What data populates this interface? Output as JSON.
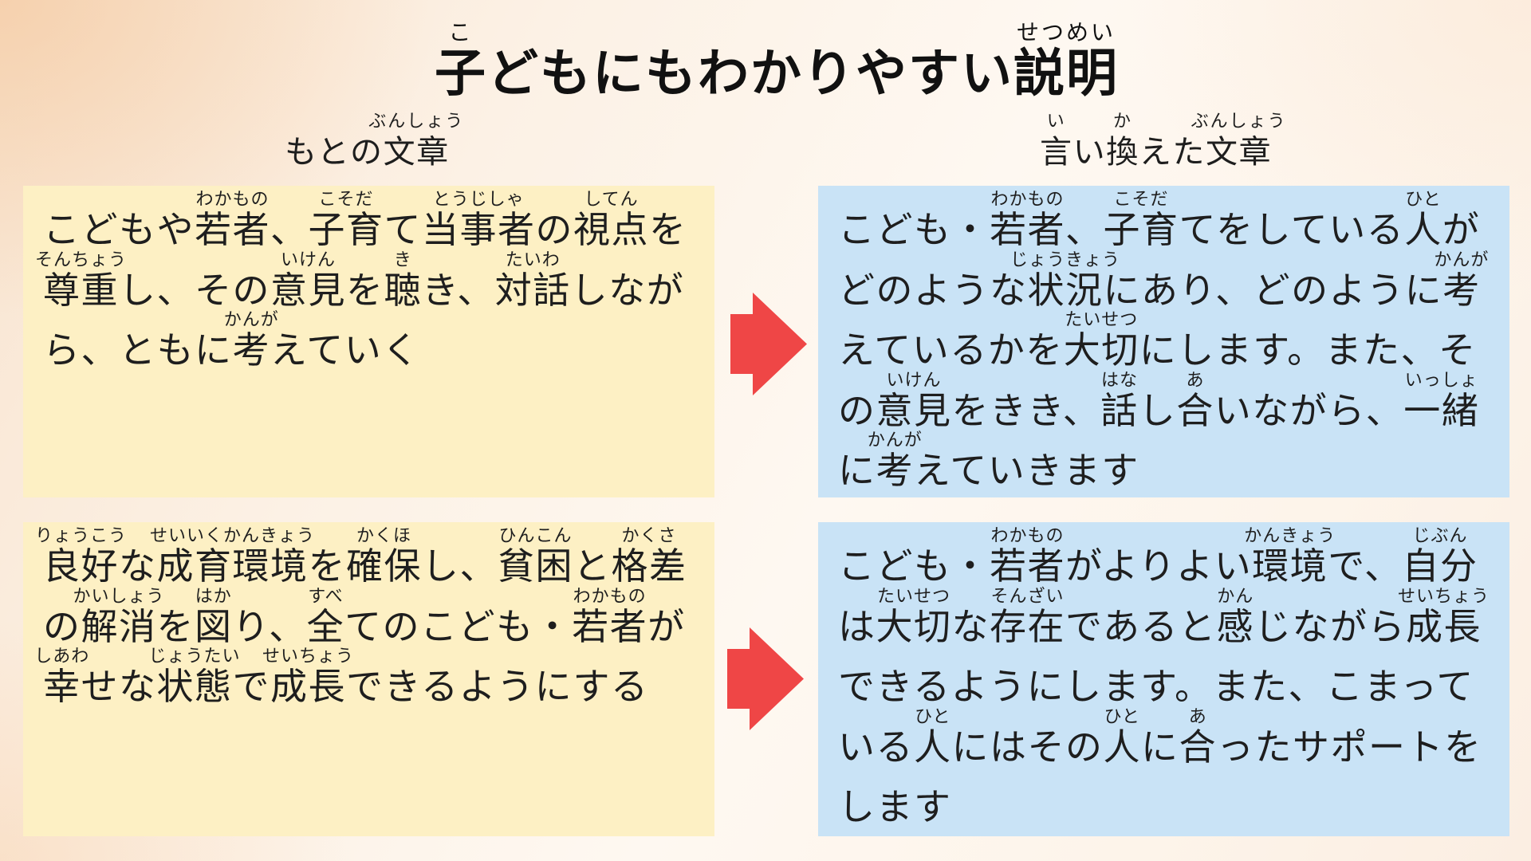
{
  "slide": {
    "title": [
      {
        "t": "子",
        "r": "こ"
      },
      {
        "t": "どもにもわかりやすい"
      },
      {
        "t": "説明",
        "r": "せつめい"
      }
    ],
    "headings": {
      "original": [
        {
          "t": "もとの"
        },
        {
          "t": "文章",
          "r": "ぶんしょう"
        }
      ],
      "rewritten": [
        {
          "t": "言",
          "r": "い"
        },
        {
          "t": "い"
        },
        {
          "t": "換",
          "r": "か"
        },
        {
          "t": "えた"
        },
        {
          "t": "文章",
          "r": "ぶんしょう"
        }
      ]
    },
    "rows": [
      {
        "original": [
          {
            "t": "こどもや"
          },
          {
            "t": "若者",
            "r": "わかもの"
          },
          {
            "t": "、"
          },
          {
            "t": "子育",
            "r": "こそだ"
          },
          {
            "t": "て"
          },
          {
            "t": "当事者",
            "r": "とうじしゃ"
          },
          {
            "t": "の"
          },
          {
            "t": "視点",
            "r": "してん"
          },
          {
            "t": "を"
          },
          {
            "t": "尊重",
            "r": "そんちょう"
          },
          {
            "t": "し、その"
          },
          {
            "t": "意見",
            "r": "いけん"
          },
          {
            "t": "を"
          },
          {
            "t": "聴",
            "r": "き"
          },
          {
            "t": "き、"
          },
          {
            "t": "対話",
            "r": "たいわ"
          },
          {
            "t": "しながら、ともに"
          },
          {
            "t": "考",
            "r": "かんが"
          },
          {
            "t": "えていく"
          }
        ],
        "rewritten": [
          {
            "t": "こども・"
          },
          {
            "t": "若者",
            "r": "わかもの"
          },
          {
            "t": "、"
          },
          {
            "t": "子育",
            "r": "こそだ"
          },
          {
            "t": "てをしている"
          },
          {
            "t": "人",
            "r": "ひと"
          },
          {
            "t": "がどのような"
          },
          {
            "t": "状況",
            "r": "じょうきょう"
          },
          {
            "t": "にあり、どのように"
          },
          {
            "t": "考",
            "r": "かんが"
          },
          {
            "t": "えているかを"
          },
          {
            "t": "大切",
            "r": "たいせつ"
          },
          {
            "t": "にします。また、その"
          },
          {
            "t": "意見",
            "r": "いけん"
          },
          {
            "t": "をきき、"
          },
          {
            "t": "話",
            "r": "はな"
          },
          {
            "t": "し"
          },
          {
            "t": "合",
            "r": "あ"
          },
          {
            "t": "いながら、"
          },
          {
            "t": "一緒",
            "r": "いっしょ"
          },
          {
            "t": "に"
          },
          {
            "t": "考",
            "r": "かんが"
          },
          {
            "t": "えていきます"
          }
        ]
      },
      {
        "original": [
          {
            "t": "良好",
            "r": "りょうこう"
          },
          {
            "t": "な"
          },
          {
            "t": "成育環境",
            "r": "せいいくかんきょう"
          },
          {
            "t": "を"
          },
          {
            "t": "確保",
            "r": "かくほ"
          },
          {
            "t": "し、"
          },
          {
            "t": "貧困",
            "r": "ひんこん"
          },
          {
            "t": "と"
          },
          {
            "t": "格差",
            "r": "かくさ"
          },
          {
            "t": "の"
          },
          {
            "t": "解消",
            "r": "かいしょう"
          },
          {
            "t": "を"
          },
          {
            "t": "図",
            "r": "はか"
          },
          {
            "t": "り、"
          },
          {
            "t": "全",
            "r": "すべ"
          },
          {
            "t": "てのこども・"
          },
          {
            "t": "若者",
            "r": "わかもの"
          },
          {
            "t": "が"
          },
          {
            "t": "幸",
            "r": "しあわ"
          },
          {
            "t": "せな"
          },
          {
            "t": "状態",
            "r": "じょうたい"
          },
          {
            "t": "で"
          },
          {
            "t": "成長",
            "r": "せいちょう"
          },
          {
            "t": "できるようにする"
          }
        ],
        "rewritten": [
          {
            "t": "こども・"
          },
          {
            "t": "若者",
            "r": "わかもの"
          },
          {
            "t": "がよりよい"
          },
          {
            "t": "環境",
            "r": "かんきょう"
          },
          {
            "t": "で、"
          },
          {
            "t": "自分",
            "r": "じぶん"
          },
          {
            "t": "は"
          },
          {
            "t": "大切",
            "r": "たいせつ"
          },
          {
            "t": "な"
          },
          {
            "t": "存在",
            "r": "そんざい"
          },
          {
            "t": "であると"
          },
          {
            "t": "感",
            "r": "かん"
          },
          {
            "t": "じながら"
          },
          {
            "t": "成長",
            "r": "せいちょう"
          },
          {
            "t": "できるようにします。また、こまっている"
          },
          {
            "t": "人",
            "r": "ひと"
          },
          {
            "t": "にはその"
          },
          {
            "t": "人",
            "r": "ひと"
          },
          {
            "t": "に"
          },
          {
            "t": "合",
            "r": "あ"
          },
          {
            "t": "ったサポートをします"
          }
        ]
      }
    ]
  },
  "icons": {
    "row_arrow": "arrow-right-icon"
  },
  "colors": {
    "original_box": "#fdf0c4",
    "rewritten_box": "#c9e3f6",
    "arrow": "#ef4646",
    "text": "#1e1e1e"
  }
}
